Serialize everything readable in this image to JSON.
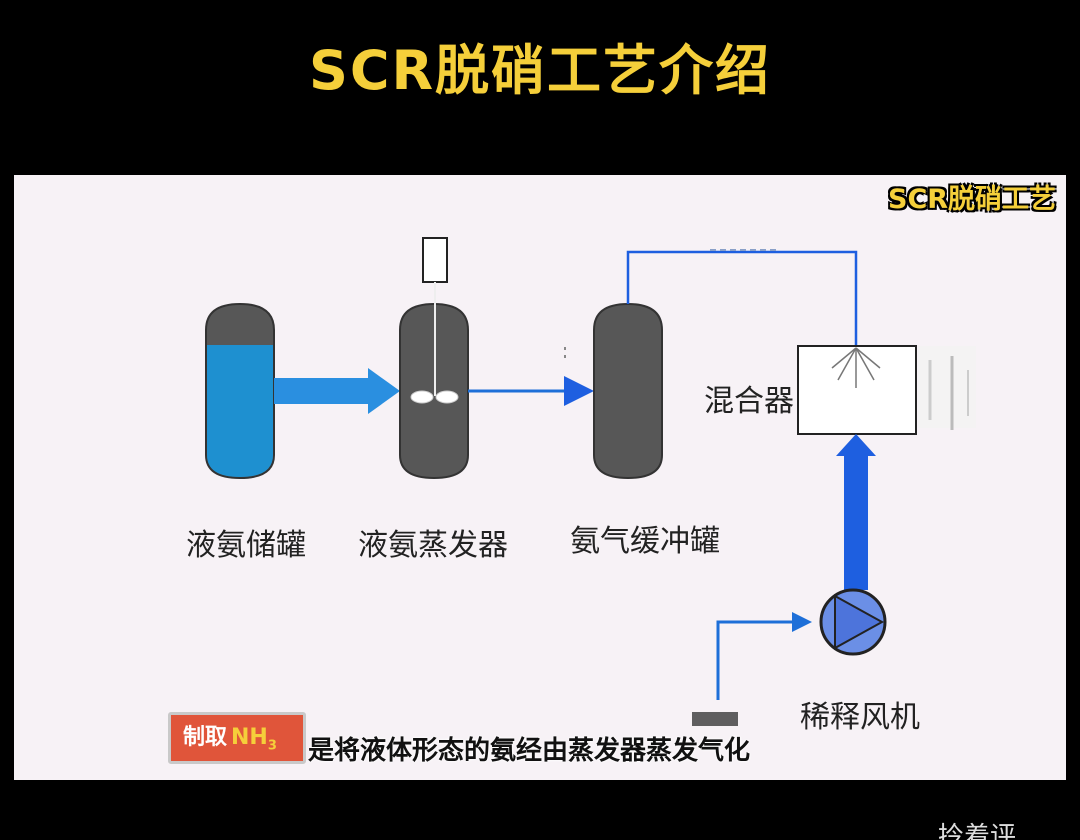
{
  "header": {
    "title": "SCR脱硝工艺介绍"
  },
  "corner_tag": "SCR脱硝工艺",
  "diagram": {
    "components": {
      "ammonia_storage_tank": "液氨储罐",
      "ammonia_evaporator": "液氨蒸发器",
      "ammonia_buffer_tank": "氨气缓冲罐",
      "mixer": "混合器",
      "dilution_fan": "稀释风机"
    },
    "colors": {
      "tank_body": "#555555",
      "liquid": "#1e90d0",
      "flow_arrow": "#2a8fe0",
      "pipe": "#1e5fe0",
      "fan_blue": "#5a84e8"
    }
  },
  "subtitle": {
    "tag_prefix": "制取",
    "tag_chem": "NH",
    "tag_chem_sub": "3",
    "text": "是将液体形态的氨经由蒸发器蒸发气化"
  },
  "footer": {
    "partial_text": "拎着评"
  }
}
